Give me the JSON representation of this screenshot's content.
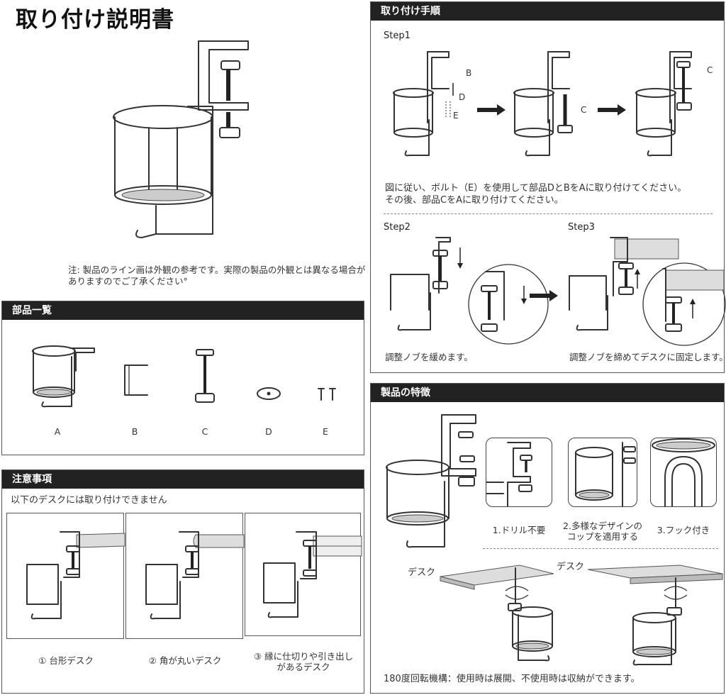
{
  "title": "取り付け説明書",
  "note": [
    "注: 製品のライン画は外観の参考です。実際の製品の外観とは異なる場合が",
    "ありますのでご了承ください°"
  ],
  "parts": {
    "header": "部品一覧",
    "items": [
      "A",
      "B",
      "C",
      "D",
      "E"
    ]
  },
  "caution": {
    "header": "注意事項",
    "intro": "以下のデスクには取り付けできません",
    "items": [
      "① 台形デスク",
      "② 角が丸いデスク",
      "③ 縁に仕切りや引き出し",
      "があるデスク"
    ]
  },
  "install": {
    "header": "取り付け手順",
    "step1": "Step1",
    "arrow_labels": [
      "B",
      "D",
      "E",
      "C",
      "C"
    ],
    "step1_text": [
      "図に従い、ボルト（E）を使用して部品DとBをAに取り付けてください。",
      "その後、部品CをAに取り付けてください。"
    ],
    "step2": "Step2",
    "step2_text": "調整ノブを緩めます。",
    "step3": "Step3",
    "step3_text": "調整ノブを締めてデスクに固定します。"
  },
  "features": {
    "header": "製品の特徴",
    "items": [
      "1.ドリル不要",
      "2.多様なデザインの",
      "コップを適用する",
      "3.フック付き"
    ],
    "desk_labels": [
      "デスク",
      "デスク"
    ],
    "rotation": "180度回転機構：使用時は展開、不使用時は収納ができます。"
  }
}
